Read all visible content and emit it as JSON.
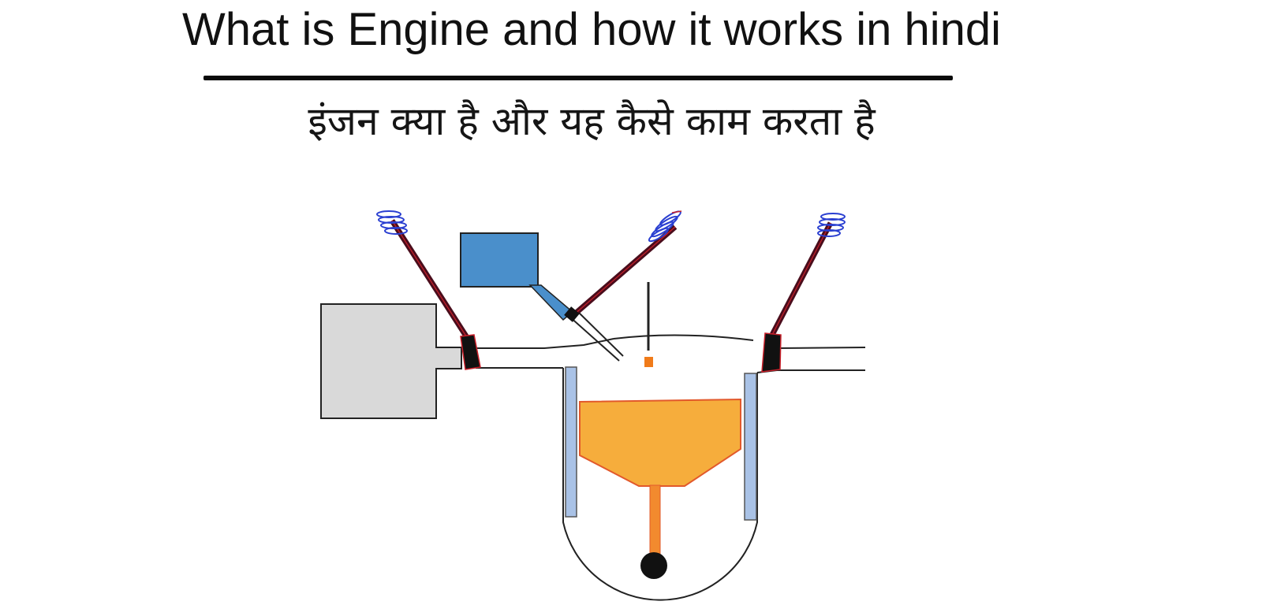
{
  "header": {
    "title_en": "What is Engine and how it  works in hindi",
    "title_hi": "इंजन क्या है और यह कैसे काम  करता है"
  },
  "colors": {
    "title": "#111111",
    "divider": "#0a0a0a",
    "piston": "#f6ad3c",
    "piston_outline": "#e2592b",
    "connecting_rod": "#f28a2e",
    "cylinder_wall": "#a9c2e6",
    "fuel_tank": "#4a8fcb",
    "intake_box": "#d9d9d9",
    "valve_rod": "#4a0d1c",
    "spring": "#2a3fd1",
    "crank": "#111111",
    "spark_tip": "#f07b1a"
  },
  "diagram_parts": {
    "intake_box": "intake-box",
    "fuel_tank": "fuel-tank",
    "fuel_injector": "fuel-injector",
    "spark_plug": "spark-plug",
    "intake_valve": "intake-valve",
    "injector_valve": "injector-valve",
    "exhaust_valve": "exhaust-valve",
    "piston": "piston",
    "connecting_rod": "connecting-rod",
    "crankshaft": "crankshaft",
    "cylinder_walls": "cylinder-walls"
  }
}
